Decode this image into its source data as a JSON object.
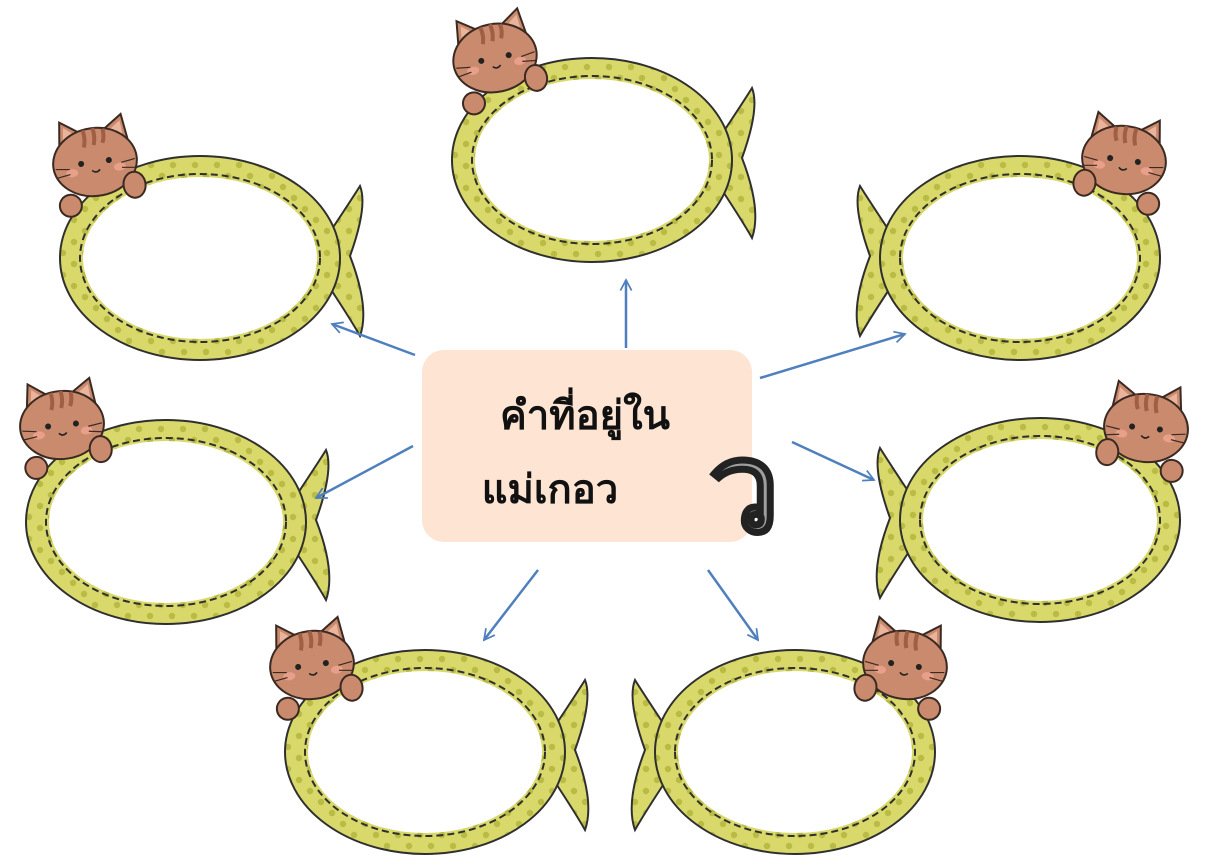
{
  "center": {
    "line1": "คำที่อยู่ใน",
    "line2": "แม่เกอว",
    "letter": "ว"
  },
  "colors": {
    "frame_fill": "#d8d96a",
    "frame_dot": "#b9bb45",
    "center_bg": "#fde4d3",
    "arrow": "#4f7fbd",
    "letter_fill": "#9e9e9e",
    "cat_fur": "#c98a6e",
    "cat_stripe": "#a05e44"
  },
  "frames": [
    {
      "id": "top",
      "icon": "cat-fish-frame-icon"
    },
    {
      "id": "upper-left",
      "icon": "cat-fish-frame-icon"
    },
    {
      "id": "upper-right",
      "icon": "cat-fish-frame-icon"
    },
    {
      "id": "middle-left",
      "icon": "cat-fish-frame-icon"
    },
    {
      "id": "middle-right",
      "icon": "cat-fish-frame-icon"
    },
    {
      "id": "bottom-left",
      "icon": "cat-fish-frame-icon"
    },
    {
      "id": "bottom-right",
      "icon": "cat-fish-frame-icon"
    }
  ]
}
